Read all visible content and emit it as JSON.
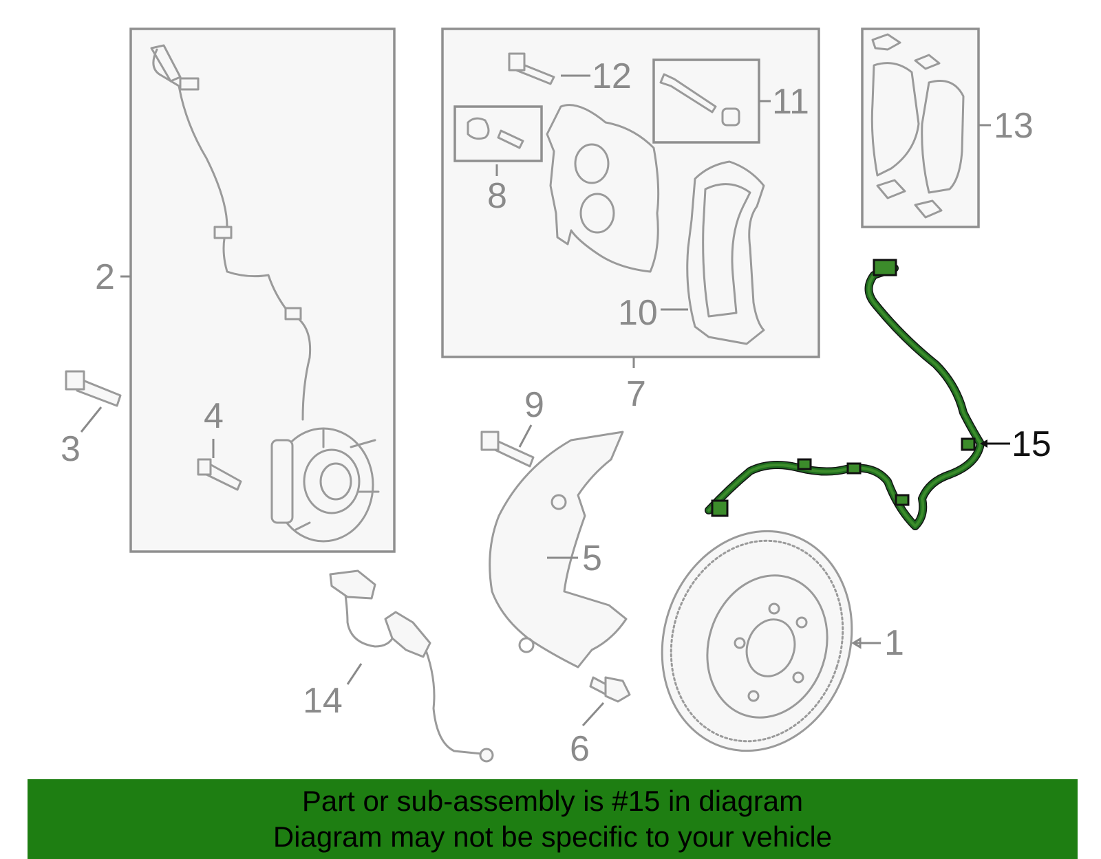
{
  "diagram": {
    "callouts": [
      {
        "id": "1",
        "label": "1"
      },
      {
        "id": "2",
        "label": "2"
      },
      {
        "id": "3",
        "label": "3"
      },
      {
        "id": "4",
        "label": "4"
      },
      {
        "id": "5",
        "label": "5"
      },
      {
        "id": "6",
        "label": "6"
      },
      {
        "id": "7",
        "label": "7"
      },
      {
        "id": "8",
        "label": "8"
      },
      {
        "id": "9",
        "label": "9"
      },
      {
        "id": "10",
        "label": "10"
      },
      {
        "id": "11",
        "label": "11"
      },
      {
        "id": "12",
        "label": "12"
      },
      {
        "id": "13",
        "label": "13"
      },
      {
        "id": "14",
        "label": "14"
      },
      {
        "id": "15",
        "label": "15"
      }
    ],
    "highlighted_part": "15",
    "colors": {
      "highlight": "#1f6b1f",
      "banner": "#1e7e12",
      "outline": "#9a9a9a"
    }
  },
  "banner": {
    "line1": "Part or sub-assembly is #15 in diagram",
    "line2": "Diagram may not be specific to your vehicle"
  }
}
